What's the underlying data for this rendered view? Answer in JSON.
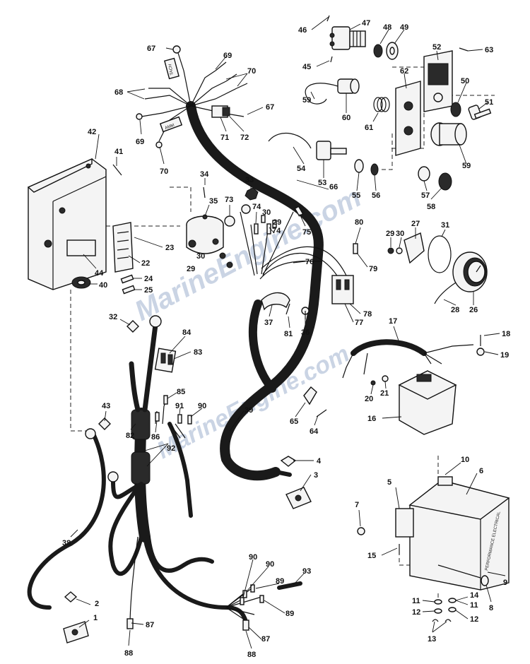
{
  "watermark": [
    "MarineEngine.com",
    "MarineEngine.com"
  ],
  "wire_tags": [
    "TACH",
    "AMM"
  ],
  "box_label": "PERFORMANCE ELECTRICAL",
  "callouts": [
    {
      "id": "c1",
      "text": "1"
    },
    {
      "id": "c2",
      "text": "2"
    },
    {
      "id": "c3",
      "text": "3"
    },
    {
      "id": "c4",
      "text": "4"
    },
    {
      "id": "c5",
      "text": "5"
    },
    {
      "id": "c6",
      "text": "6"
    },
    {
      "id": "c7",
      "text": "7"
    },
    {
      "id": "c8",
      "text": "8"
    },
    {
      "id": "c9",
      "text": "9"
    },
    {
      "id": "c10",
      "text": "10"
    },
    {
      "id": "c11a",
      "text": "11"
    },
    {
      "id": "c11b",
      "text": "11"
    },
    {
      "id": "c12a",
      "text": "12"
    },
    {
      "id": "c12b",
      "text": "12"
    },
    {
      "id": "c13",
      "text": "13"
    },
    {
      "id": "c14",
      "text": "14"
    },
    {
      "id": "c15",
      "text": "15"
    },
    {
      "id": "c16",
      "text": "16"
    },
    {
      "id": "c17",
      "text": "17"
    },
    {
      "id": "c18",
      "text": "18"
    },
    {
      "id": "c19",
      "text": "19"
    },
    {
      "id": "c20",
      "text": "20"
    },
    {
      "id": "c21",
      "text": "21"
    },
    {
      "id": "c22",
      "text": "22"
    },
    {
      "id": "c23",
      "text": "23"
    },
    {
      "id": "c24",
      "text": "24"
    },
    {
      "id": "c25",
      "text": "25"
    },
    {
      "id": "c26",
      "text": "26"
    },
    {
      "id": "c27",
      "text": "27"
    },
    {
      "id": "c28",
      "text": "28"
    },
    {
      "id": "c29a",
      "text": "29"
    },
    {
      "id": "c29b",
      "text": "29"
    },
    {
      "id": "c29c",
      "text": "29"
    },
    {
      "id": "c30a",
      "text": "30"
    },
    {
      "id": "c30b",
      "text": "30"
    },
    {
      "id": "c30c",
      "text": "30"
    },
    {
      "id": "c31",
      "text": "31"
    },
    {
      "id": "c32",
      "text": "32"
    },
    {
      "id": "c33",
      "text": "33"
    },
    {
      "id": "c34",
      "text": "34"
    },
    {
      "id": "c35",
      "text": "35"
    },
    {
      "id": "c36",
      "text": "36"
    },
    {
      "id": "c37",
      "text": "37"
    },
    {
      "id": "c38",
      "text": "38"
    },
    {
      "id": "c39",
      "text": "39"
    },
    {
      "id": "c40",
      "text": "40"
    },
    {
      "id": "c41",
      "text": "41"
    },
    {
      "id": "c42",
      "text": "42"
    },
    {
      "id": "c43",
      "text": "43"
    },
    {
      "id": "c44",
      "text": "44"
    },
    {
      "id": "c45",
      "text": "45"
    },
    {
      "id": "c46",
      "text": "46"
    },
    {
      "id": "c47",
      "text": "47"
    },
    {
      "id": "c48",
      "text": "48"
    },
    {
      "id": "c49",
      "text": "49"
    },
    {
      "id": "c50",
      "text": "50"
    },
    {
      "id": "c51",
      "text": "51"
    },
    {
      "id": "c52",
      "text": "52"
    },
    {
      "id": "c53",
      "text": "53"
    },
    {
      "id": "c54",
      "text": "54"
    },
    {
      "id": "c55",
      "text": "55"
    },
    {
      "id": "c56",
      "text": "56"
    },
    {
      "id": "c57",
      "text": "57"
    },
    {
      "id": "c58",
      "text": "58"
    },
    {
      "id": "c59a",
      "text": "59"
    },
    {
      "id": "c59b",
      "text": "59"
    },
    {
      "id": "c60",
      "text": "60"
    },
    {
      "id": "c61",
      "text": "61"
    },
    {
      "id": "c62",
      "text": "62"
    },
    {
      "id": "c63",
      "text": "63"
    },
    {
      "id": "c64",
      "text": "64"
    },
    {
      "id": "c65",
      "text": "65"
    },
    {
      "id": "c66",
      "text": "66"
    },
    {
      "id": "c67a",
      "text": "67"
    },
    {
      "id": "c67b",
      "text": "67"
    },
    {
      "id": "c68",
      "text": "68"
    },
    {
      "id": "c69a",
      "text": "69"
    },
    {
      "id": "c69b",
      "text": "69"
    },
    {
      "id": "c70a",
      "text": "70"
    },
    {
      "id": "c70b",
      "text": "70"
    },
    {
      "id": "c71",
      "text": "71"
    },
    {
      "id": "c72",
      "text": "72"
    },
    {
      "id": "c73",
      "text": "73"
    },
    {
      "id": "c74a",
      "text": "74"
    },
    {
      "id": "c74b",
      "text": "74"
    },
    {
      "id": "c75",
      "text": "75"
    },
    {
      "id": "c76",
      "text": "76"
    },
    {
      "id": "c77",
      "text": "77"
    },
    {
      "id": "c78",
      "text": "78"
    },
    {
      "id": "c79",
      "text": "79"
    },
    {
      "id": "c80",
      "text": "80"
    },
    {
      "id": "c81",
      "text": "81"
    },
    {
      "id": "c82",
      "text": "82"
    },
    {
      "id": "c83",
      "text": "83"
    },
    {
      "id": "c84",
      "text": "84"
    },
    {
      "id": "c85",
      "text": "85"
    },
    {
      "id": "c86",
      "text": "86"
    },
    {
      "id": "c87a",
      "text": "87"
    },
    {
      "id": "c87b",
      "text": "87"
    },
    {
      "id": "c88a",
      "text": "88"
    },
    {
      "id": "c88b",
      "text": "88"
    },
    {
      "id": "c89a",
      "text": "89"
    },
    {
      "id": "c89b",
      "text": "89"
    },
    {
      "id": "c90a",
      "text": "90"
    },
    {
      "id": "c90b",
      "text": "90"
    },
    {
      "id": "c90c",
      "text": "90"
    },
    {
      "id": "c91",
      "text": "91"
    },
    {
      "id": "c92",
      "text": "92"
    },
    {
      "id": "c93",
      "text": "93"
    }
  ]
}
